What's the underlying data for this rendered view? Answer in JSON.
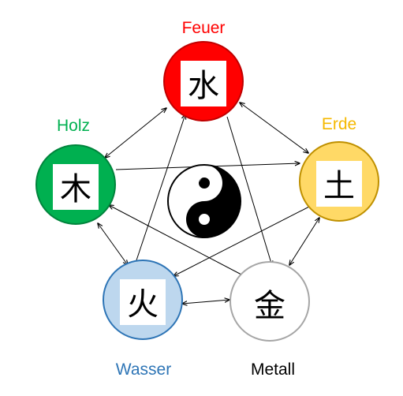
{
  "diagram": {
    "elements": [
      {
        "key": "feuer",
        "label": "Feuer",
        "symbol": "水",
        "fill": "#ff0000",
        "stroke": "#c00000",
        "label_color": "#ff0000"
      },
      {
        "key": "erde",
        "label": "Erde",
        "symbol": "土",
        "fill": "#ffd966",
        "stroke": "#bf9000",
        "label_color": "#f5b800"
      },
      {
        "key": "metall",
        "label": "Metall",
        "symbol": "金",
        "fill": "#ffffff",
        "stroke": "#a6a6a6",
        "label_color": "#000000"
      },
      {
        "key": "wasser",
        "label": "Wasser",
        "symbol": "火",
        "fill": "#bdd7ee",
        "stroke": "#2e75b6",
        "label_color": "#2e75b6"
      },
      {
        "key": "holz",
        "label": "Holz",
        "symbol": "木",
        "fill": "#00b050",
        "stroke": "#00843c",
        "label_color": "#00b050"
      }
    ],
    "center_icon": "yin-yang-icon"
  }
}
